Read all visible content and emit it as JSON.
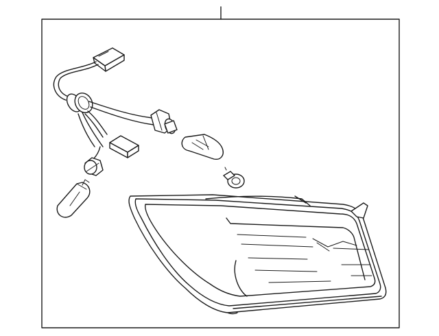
{
  "diagram": {
    "frame": "parts-box",
    "parts": [
      "tail-lamp-lens-housing",
      "wiring-harness",
      "harness-connector-top",
      "harness-connector-middle",
      "bulb-socket-left",
      "bulb-socket-right",
      "wedge-bulb-left",
      "wedge-bulb-right",
      "push-clip"
    ],
    "colors": {
      "line": "#1a1a1a",
      "background": "#ffffff"
    }
  }
}
